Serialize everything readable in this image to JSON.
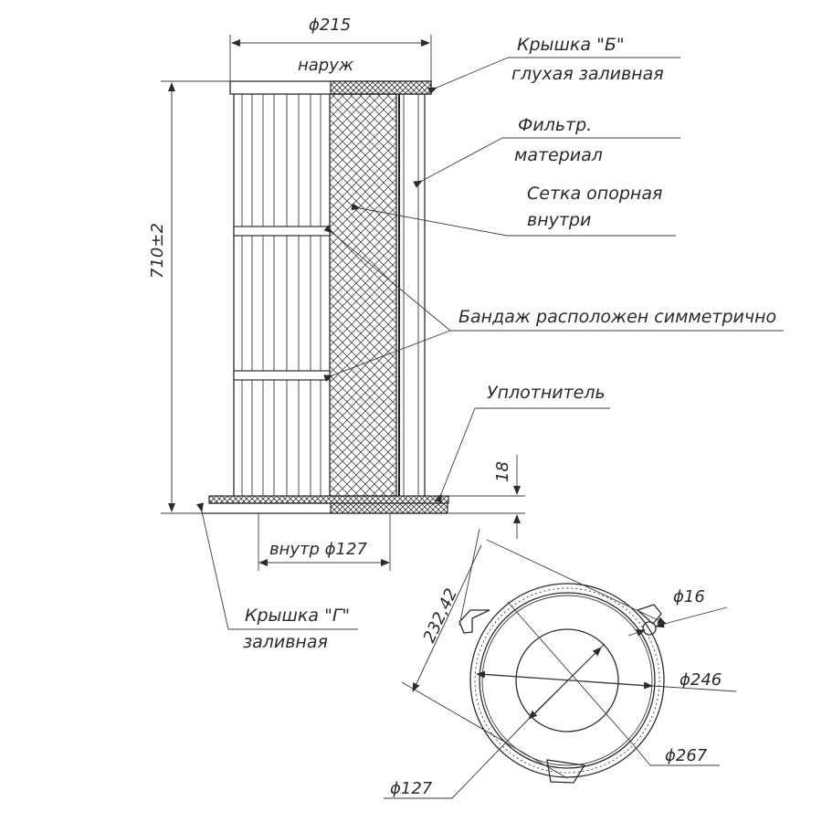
{
  "labels": {
    "cap_b_line1": "Крышка \"Б\"",
    "cap_b_line2": "глухая заливная",
    "filter_line1": "Фильтр.",
    "filter_line2": "материал",
    "mesh_line1": "Сетка опорная",
    "mesh_line2": "внутри",
    "bandage": "Бандаж расположен симметрично",
    "seal": "Уплотнитель",
    "cap_g_line1": "Крышка \"Г\"",
    "cap_g_line2": "заливная"
  },
  "dimensions": {
    "outer_diameter": "ϕ215",
    "outer_note": "наруж",
    "height": "710±2",
    "seal_height": "18",
    "inner_diameter": "внутр ϕ127",
    "span": "232,42",
    "hole": "ϕ16",
    "d246": "ϕ246",
    "d267": "ϕ267",
    "d127": "ϕ127"
  },
  "colors": {
    "ink": "#2b2b2b"
  }
}
